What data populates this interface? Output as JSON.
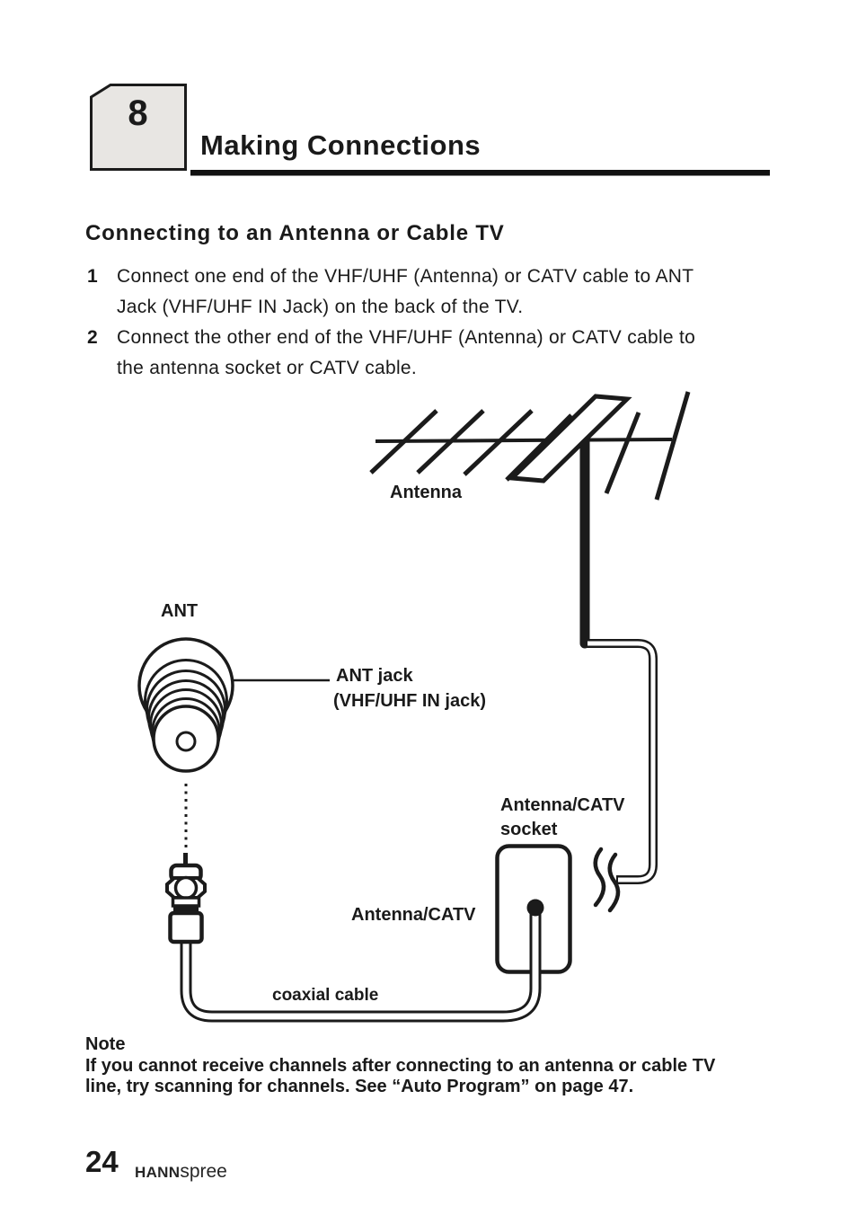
{
  "page": {
    "chapter_number": "8",
    "title": "Making Connections",
    "section_heading": "Connecting to an Antenna or Cable TV",
    "steps": [
      {
        "num": "1",
        "lines": [
          "Connect one end of the VHF/UHF (Antenna) or CATV cable to ANT",
          "Jack (VHF/UHF IN Jack) on the back of the TV."
        ]
      },
      {
        "num": "2",
        "lines": [
          "Connect the other end of the VHF/UHF (Antenna) or CATV cable to",
          "the antenna socket or CATV cable."
        ]
      }
    ],
    "diagram_labels": {
      "antenna": "Antenna",
      "ant": "ANT",
      "ant_jack_line1": "ANT jack",
      "ant_jack_line2": "(VHF/UHF IN jack)",
      "socket_line1": "Antenna/CATV",
      "socket_line2": "socket",
      "antenna_catv": "Antenna/CATV",
      "coaxial_cable": "coaxial cable"
    },
    "note": {
      "heading": "Note",
      "lines": [
        "If you cannot receive channels after connecting to an antenna or cable TV",
        "line, try scanning for channels. See “Auto Program” on page 47."
      ]
    },
    "footer": {
      "page_number": "24",
      "brand_bold": "HANN",
      "brand_light": "spree"
    },
    "colors": {
      "ink": "#1b1b1b",
      "chapter_box_fill": "#e8e6e3"
    }
  }
}
